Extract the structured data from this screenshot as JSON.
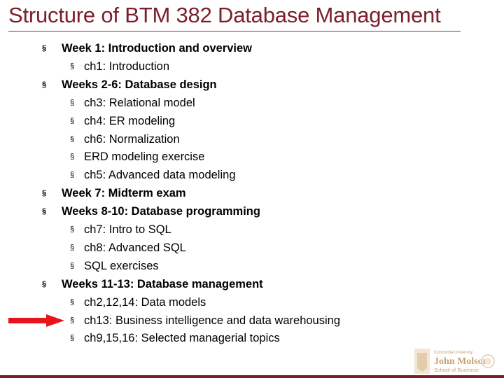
{
  "slide": {
    "title": "Structure of BTM 382 Database Management"
  },
  "outline": [
    {
      "level": 1,
      "text": "Week 1: Introduction and overview"
    },
    {
      "level": 2,
      "text": "ch1: Introduction"
    },
    {
      "level": 1,
      "text": "Weeks 2-6: Database design"
    },
    {
      "level": 2,
      "text": "ch3: Relational model"
    },
    {
      "level": 2,
      "text": "ch4: ER modeling"
    },
    {
      "level": 2,
      "text": "ch6: Normalization"
    },
    {
      "level": 2,
      "text": "ERD modeling exercise"
    },
    {
      "level": 2,
      "text": "ch5: Advanced data modeling"
    },
    {
      "level": 1,
      "text": "Week 7: Midterm exam"
    },
    {
      "level": 1,
      "text": "Weeks 8-10: Database programming"
    },
    {
      "level": 2,
      "text": "ch7: Intro to SQL"
    },
    {
      "level": 2,
      "text": "ch8: Advanced SQL"
    },
    {
      "level": 2,
      "text": "SQL exercises"
    },
    {
      "level": 1,
      "text": "Weeks 11-13: Database management"
    },
    {
      "level": 2,
      "text": "ch2,12,14: Data models"
    },
    {
      "level": 2,
      "text": "ch13: Business intelligence and data warehousing"
    },
    {
      "level": 2,
      "text": "ch9,15,16: Selected managerial topics"
    }
  ],
  "bullet_glyph": "§",
  "highlight": {
    "item_index": 15,
    "arrow_color": "#e8141b",
    "icon": "right-arrow-icon"
  },
  "logo": {
    "university": "Concordia University",
    "name_line1": "John Molson",
    "name_line2": "School of Business"
  },
  "colors": {
    "title": "#7b1e2c",
    "text": "#000000",
    "accent": "#7b1e2c",
    "logo_gold": "#c9a36a"
  }
}
